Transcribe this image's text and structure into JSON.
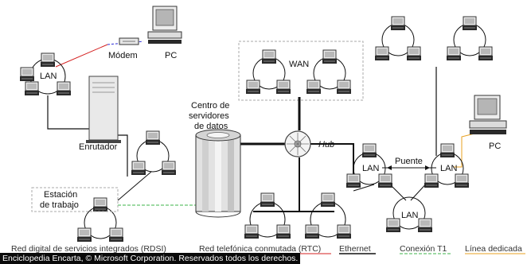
{
  "labels": {
    "modem": "Módem",
    "pc_top": "PC",
    "lan_topleft": "LAN",
    "router": "Enrutador",
    "datacenter_line1": "Centro de",
    "datacenter_line2": "servidores",
    "datacenter_line3": "de datos",
    "wan": "WAN",
    "hub": "Hub",
    "workstation_line1": "Estación",
    "workstation_line2": "de trabajo",
    "bridge": "Puente",
    "lan_left": "LAN",
    "lan_right": "LAN",
    "lan_bottom": "LAN",
    "pc_right": "PC"
  },
  "legend": {
    "items": [
      {
        "label": "Red digital de servicios integrados (RDSI)",
        "color": "#2b2bd6"
      },
      {
        "label": "Red telefónica conmutada (RTC)",
        "color": "#d42020"
      },
      {
        "label": "Ethernet",
        "color": "#111111"
      },
      {
        "label": "Conexión T1",
        "color": "#3cb34a"
      },
      {
        "label": "Línea dedicada",
        "color": "#e8a020"
      }
    ]
  },
  "copyright": "Enciclopedia Encarta, © Microsoft Corporation. Reservados todos los derechos.",
  "colors": {
    "rdsi": "#2b2bd6",
    "rtc": "#d42020",
    "ethernet": "#111111",
    "t1": "#3cb34a",
    "dedicated": "#e8a020"
  }
}
